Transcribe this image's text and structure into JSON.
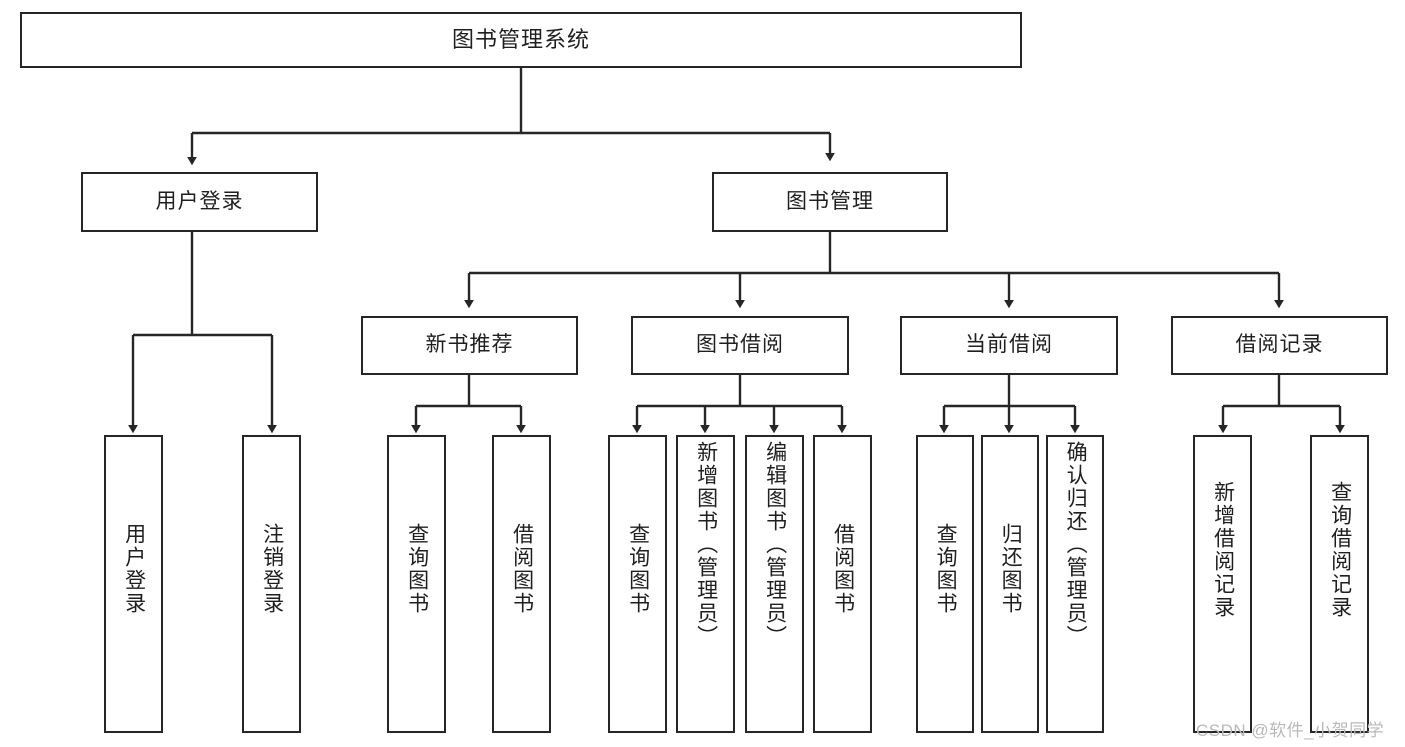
{
  "diagram": {
    "title": "图书管理系统",
    "root": {
      "label": "图书管理系统"
    },
    "level1": [
      {
        "label": "用户登录"
      },
      {
        "label": "图书管理"
      }
    ],
    "level2": [
      {
        "label": "新书推荐"
      },
      {
        "label": "图书借阅"
      },
      {
        "label": "当前借阅"
      },
      {
        "label": "借阅记录"
      }
    ],
    "leaves": {
      "user_login": [
        {
          "label": "用户登录"
        },
        {
          "label": "注销登录"
        }
      ],
      "new_book": [
        {
          "label": "查询图书"
        },
        {
          "label": "借阅图书"
        }
      ],
      "book_borrow": [
        {
          "label": "查询图书"
        },
        {
          "label": "新增图书（管理员）"
        },
        {
          "label": "编辑图书（管理员）"
        },
        {
          "label": "借阅图书"
        }
      ],
      "current_borrow": [
        {
          "label": "查询图书"
        },
        {
          "label": "归还图书"
        },
        {
          "label": "确认归还（管理员）"
        }
      ],
      "borrow_record": [
        {
          "label": "新增借阅记录"
        },
        {
          "label": "查询借阅记录"
        }
      ]
    }
  },
  "watermark": {
    "text": "CSDN @软件_小贺同学"
  },
  "colors": {
    "stroke": "#262626",
    "text": "#1f1f1f",
    "background": "#ffffff",
    "watermark": "#b9b9b9"
  }
}
